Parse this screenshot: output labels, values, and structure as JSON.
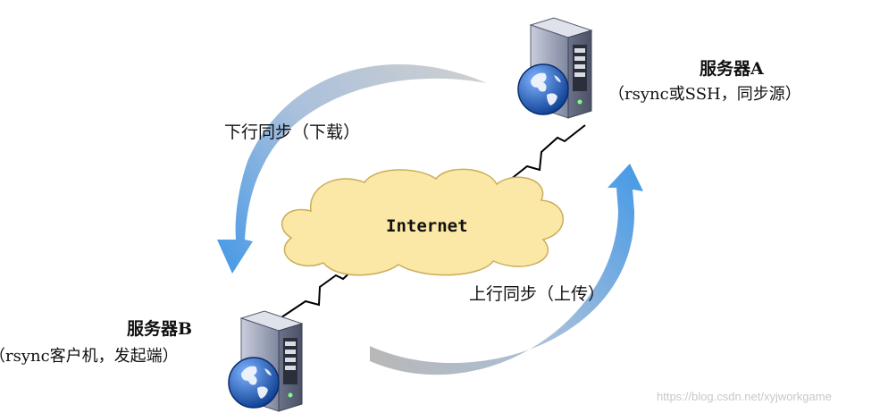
{
  "server_a": {
    "title": "服务器A",
    "subtitle": "（rsync或SSH，同步源）"
  },
  "server_b": {
    "title": "服务器B",
    "subtitle": "（rsync客户机，发起端）"
  },
  "cloud": {
    "label": "Internet"
  },
  "flows": {
    "download": "下行同步（下载）",
    "upload": "上行同步（上传）"
  },
  "watermark": "https://blog.csdn.net/xyjworkgame",
  "colors": {
    "cloud_fill": "#fbe7a6",
    "cloud_stroke": "#c8ae5a",
    "arrow_blue": "#4a9be6",
    "arrow_gray": "#b4b4b4",
    "server_body": "#9aa1b7",
    "globe": "#1f5fb4"
  }
}
